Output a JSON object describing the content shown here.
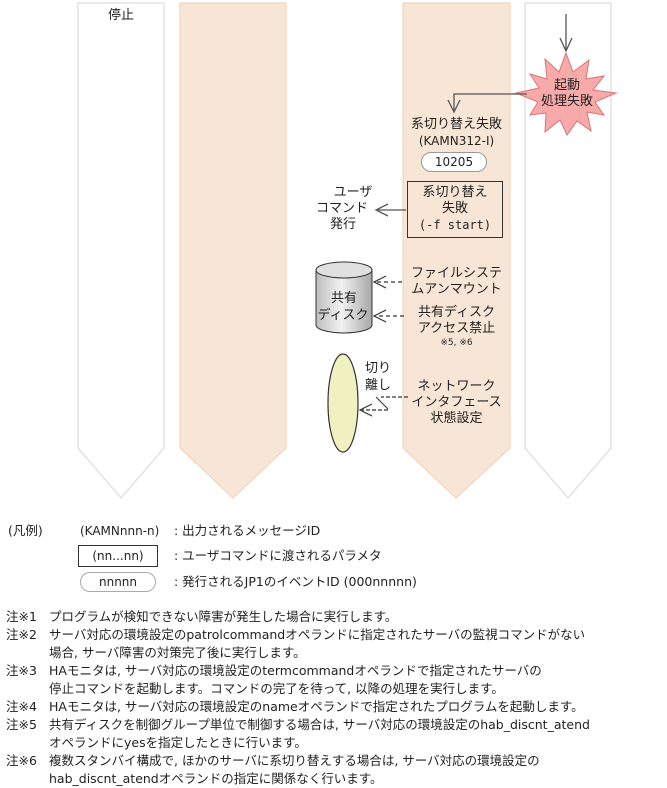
{
  "diagram": {
    "columns": [
      {
        "id": "col-1",
        "label": "停止",
        "fill": "#ffffff",
        "stroke": "#dddddd"
      },
      {
        "id": "col-2",
        "label": "",
        "fill": "#f7e6d6",
        "stroke": "#f0d6bd"
      },
      {
        "id": "col-3",
        "label": "",
        "fill": "#f7e6d6",
        "stroke": "#f0d6bd"
      },
      {
        "id": "col-4",
        "label": "",
        "fill": "#ffffff",
        "stroke": "#dddddd"
      }
    ],
    "startup_failure": {
      "line1": "起動",
      "line2": "処理失敗",
      "fill": "#f8a8a8",
      "stroke": "#d87070"
    },
    "switchover_failed": {
      "title": "系切り替え失敗",
      "message_id": "(KAMN312-I)",
      "event_id": "10205"
    },
    "user_command_box": {
      "line1": "系切り替え",
      "line2": "失敗",
      "param": "(-f start)"
    },
    "user_command_issue": {
      "line1": "ユーザ",
      "line2": "コマンド",
      "line3": "発行"
    },
    "shared_disk": {
      "line1": "共有",
      "line2": "ディスク"
    },
    "fs_unmount": {
      "line1": "ファイルシステ",
      "line2": "ムアンマウント"
    },
    "disk_access_block": {
      "line1": "共有ディスク",
      "line2": "アクセス禁止",
      "notes": "※5, ※6"
    },
    "detach": {
      "line1": "切り",
      "line2": "離し"
    },
    "network_if": {
      "line1": "ネットワーク",
      "line2": "インタフェース",
      "line3": "状態設定"
    },
    "ellipse_color": "#f0f0c0"
  },
  "legend": {
    "title": "(凡例)",
    "items": [
      {
        "symbol": "(KAMNnnn-n)",
        "desc": ": 出力されるメッセージID"
      },
      {
        "symbol": "(nn...nn)",
        "desc": ": ユーザコマンドに渡されるパラメタ"
      },
      {
        "symbol": "nnnnn",
        "desc": ": 発行されるJP1のイベントID (000nnnnn)"
      }
    ]
  },
  "notes": [
    {
      "key": "注※1",
      "lines": [
        "プログラムが検知できない障害が発生した場合に実行します。"
      ]
    },
    {
      "key": "注※2",
      "lines": [
        "サーバ対応の環境設定のpatrolcommandオペランドに指定されたサーバの監視コマンドがない",
        "場合, サーバ障害の対策完了後に実行します。"
      ]
    },
    {
      "key": "注※3",
      "lines": [
        "HAモニタは, サーバ対応の環境設定のtermcommandオペランドで指定されたサーバの",
        "停止コマンドを起動します。コマンドの完了を待って, 以降の処理を実行します。"
      ]
    },
    {
      "key": "注※4",
      "lines": [
        "HAモニタは, サーバ対応の環境設定のnameオペランドで指定されたプログラムを起動します。"
      ]
    },
    {
      "key": "注※5",
      "lines": [
        "共有ディスクを制御グループ単位で制御する場合は, サーバ対応の環境設定のhab_discnt_atend",
        "オペランドにyesを指定したときに行います。"
      ]
    },
    {
      "key": "注※6",
      "lines": [
        "複数スタンバイ構成で, ほかのサーバに系切り替えする場合は, サーバ対応の環境設定の",
        "hab_discnt_atendオペランドの指定に関係なく行います。"
      ]
    }
  ]
}
